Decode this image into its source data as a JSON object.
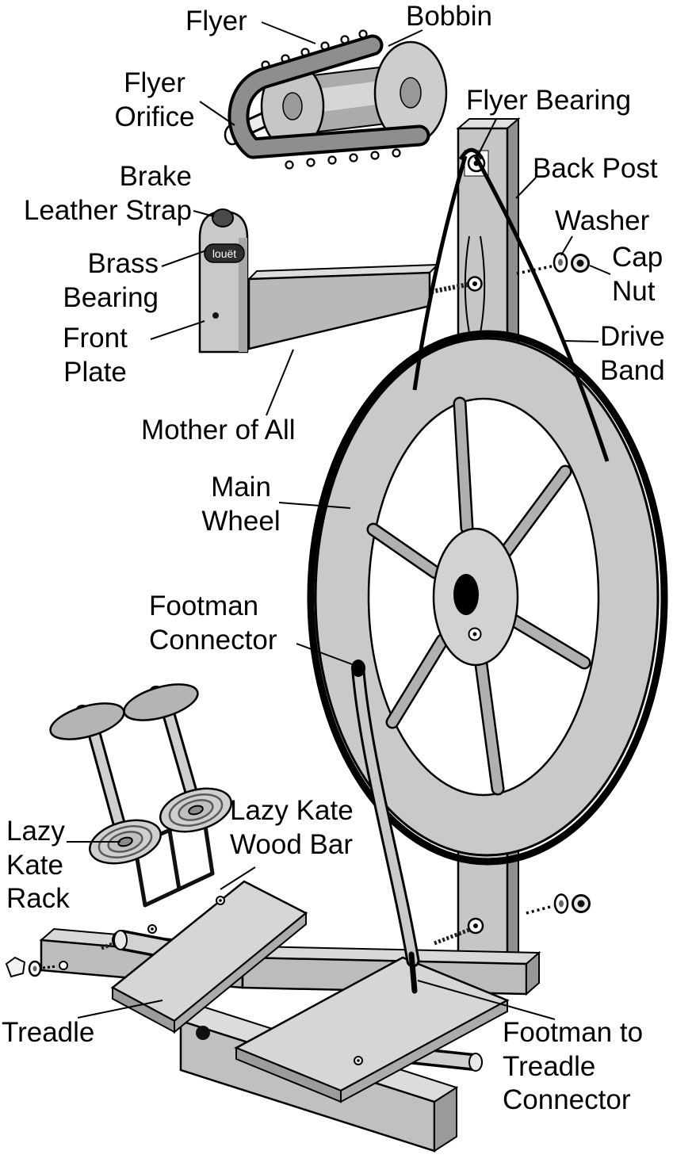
{
  "diagram": {
    "brand": "louët",
    "labels": {
      "flyer": "Flyer",
      "bobbin": "Bobbin",
      "flyer_orifice": "Flyer\nOrifice",
      "flyer_bearing": "Flyer Bearing",
      "back_post": "Back Post",
      "brake_leather_strap": "Brake\nLeather Strap",
      "washer": "Washer",
      "cap_nut": "Cap\nNut",
      "brass_bearing": "Brass\nBearing",
      "front_plate": "Front\nPlate",
      "drive_band": "Drive\nBand",
      "mother_of_all": "Mother of All",
      "main_wheel": "Main\nWheel",
      "footman_connector": "Footman\nConnector",
      "lazy_kate_wood_bar": "Lazy Kate\nWood Bar",
      "lazy_kate_rack": "Lazy\nKate\nRack",
      "treadle": "Treadle",
      "footman_to_treadle_connector": "Footman to\nTreadle\nConnector"
    }
  }
}
